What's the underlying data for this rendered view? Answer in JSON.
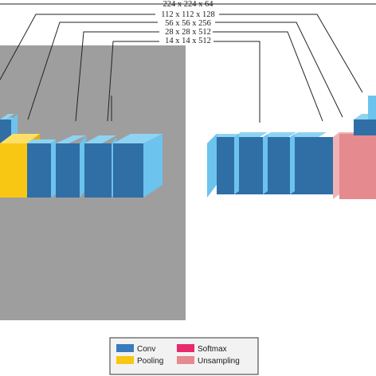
{
  "dimension_labels": [
    {
      "text": "224 x 224 x 64"
    },
    {
      "text": "112 x 112 x 128"
    },
    {
      "text": "56 x 56 x 256"
    },
    {
      "text": "28 x 28 x 512"
    },
    {
      "text": "14 x 14 x 512"
    }
  ],
  "legend": {
    "items": [
      {
        "label": "Conv",
        "color": "#3a7bbf"
      },
      {
        "label": "Pooling",
        "color": "#f7c713"
      },
      {
        "label": "Softmax",
        "color": "#e8296b"
      },
      {
        "label": "Unsampling",
        "color": "#e58a8e"
      }
    ]
  },
  "colors": {
    "conv_front": "#2f6fa6",
    "conv_side": "#6cc3ee",
    "conv_top": "#8fd3f2",
    "pooling": "#f7c713",
    "unsampling": "#e58a8e",
    "overlay": "#9e9e9e"
  }
}
